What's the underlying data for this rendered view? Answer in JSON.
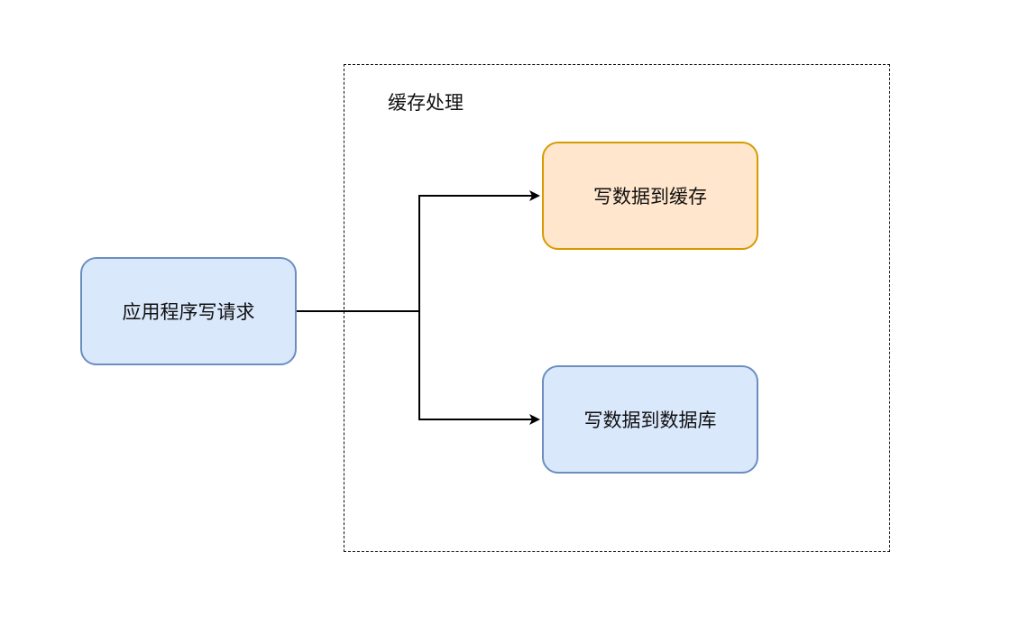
{
  "group": {
    "label": "缓存处理"
  },
  "nodes": {
    "app_request": "应用程序写请求",
    "write_cache": "写数据到缓存",
    "write_db": "写数据到数据库"
  },
  "colors": {
    "blue_fill": "#dae8fc",
    "blue_stroke": "#6c8ebf",
    "orange_fill": "#ffe6cc",
    "orange_stroke": "#d79b00",
    "line": "#000000"
  }
}
